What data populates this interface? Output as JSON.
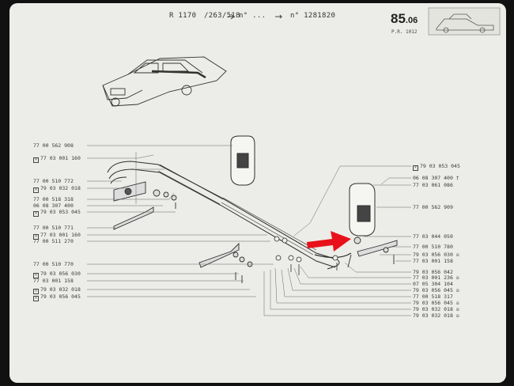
{
  "header": {
    "model": "R 1170",
    "ref_code": "/263/518",
    "serial_from": "n° ...",
    "serial_to": "n° 1281820",
    "page_number": "85",
    "page_sub": ".06",
    "pr_code": "P.R. 1012"
  },
  "labels_left": [
    {
      "ref": "77 00 562 908",
      "box": false
    },
    {
      "ref": "77 03 001 160",
      "box": true
    },
    {
      "ref": "77 00 510 772",
      "box": false
    },
    {
      "ref": "79 03 032 018",
      "box": true
    },
    {
      "ref": "77 00 518 318",
      "box": false
    },
    {
      "ref": "06 08 307 400",
      "box": false
    },
    {
      "ref": "79 03 053 045",
      "box": true
    },
    {
      "ref": "77 00 510 771",
      "box": false
    },
    {
      "ref": "77 03 001 160",
      "box": true
    },
    {
      "ref": "77 00 511 270",
      "box": false
    },
    {
      "ref": "77 00 510 770",
      "box": false
    },
    {
      "ref": "79 03 056 030",
      "box": true
    },
    {
      "ref": "77 03 001 158",
      "box": false
    },
    {
      "ref": "79 03 032 018",
      "box": true
    },
    {
      "ref": "79 03 056 045",
      "box": true
    }
  ],
  "labels_right": [
    {
      "ref": "79 03 053 045",
      "box": true,
      "suffix": ""
    },
    {
      "ref": "06 08 307 400",
      "box": false,
      "suffix": "†"
    },
    {
      "ref": "77 03 061 086",
      "box": false,
      "suffix": ""
    },
    {
      "ref": "77 00 562 909",
      "box": false,
      "suffix": ""
    },
    {
      "ref": "77 03 044 050",
      "box": false,
      "suffix": ""
    },
    {
      "ref": "77 00 510 780",
      "box": false,
      "suffix": ""
    },
    {
      "ref": "79 03 056 030",
      "box": false,
      "suffix": "☒"
    },
    {
      "ref": "77 03 001 158",
      "box": false,
      "suffix": ""
    },
    {
      "ref": "79 03 056 042",
      "box": false,
      "suffix": ""
    },
    {
      "ref": "77 03 001 236",
      "box": false,
      "suffix": "☒"
    },
    {
      "ref": "07 05 304 104",
      "box": false,
      "suffix": ""
    },
    {
      "ref": "79 03 056 045",
      "box": false,
      "suffix": "☒"
    },
    {
      "ref": "77 00 518 317",
      "box": false,
      "suffix": ""
    },
    {
      "ref": "79 03 056 045",
      "box": false,
      "suffix": "☒"
    },
    {
      "ref": "79 03 032 018",
      "box": false,
      "suffix": "☒"
    },
    {
      "ref": "79 03 032 018",
      "box": false,
      "suffix": "☒"
    }
  ],
  "colors": {
    "paper": "#ecece8",
    "ink": "#3a3a3a",
    "arrow": "#e8111b"
  }
}
